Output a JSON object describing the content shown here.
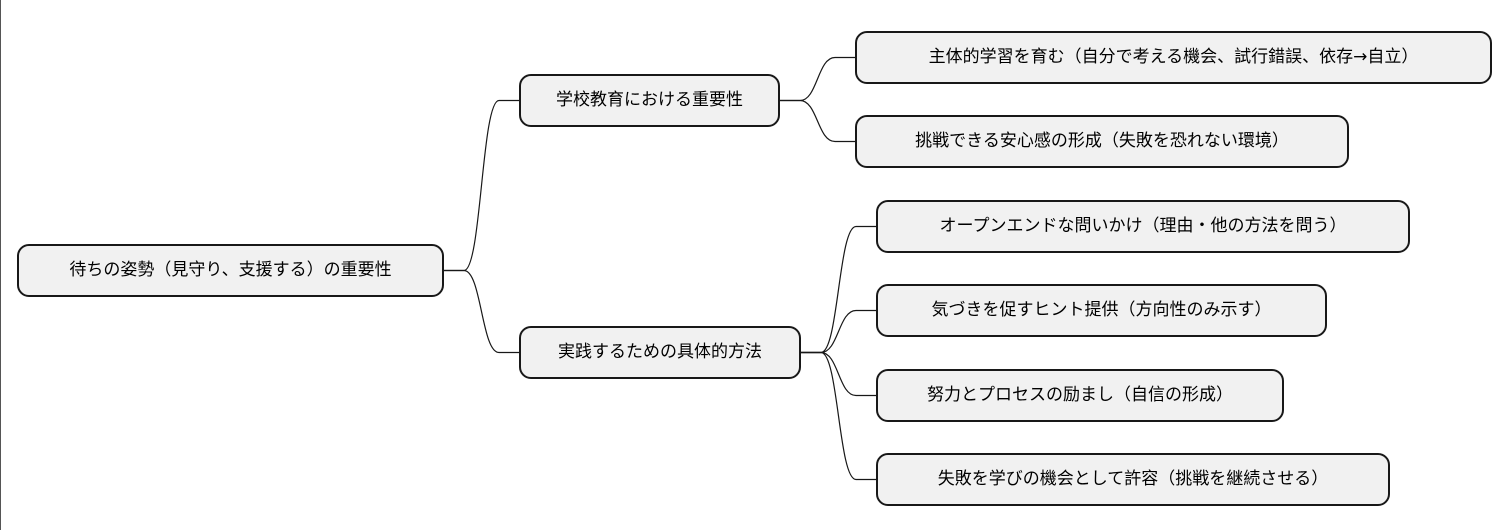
{
  "mindmap": {
    "root": "待ちの姿勢（見守り、支援する）の重要性",
    "branches": [
      {
        "label": "学校教育における重要性",
        "children": [
          "主体的学習を育む（自分で考える機会、試行錯誤、依存→自立）",
          "挑戦できる安心感の形成（失敗を恐れない環境）"
        ]
      },
      {
        "label": "実践するための具体的方法",
        "children": [
          "オープンエンドな問いかけ（理由・他の方法を問う）",
          "気づきを促すヒント提供（方向性のみ示す）",
          "努力とプロセスの励まし（自信の形成）",
          "失敗を学びの機会として許容（挑戦を継続させる）"
        ]
      }
    ]
  },
  "colors": {
    "node_fill": "#f1f1f1",
    "node_border": "#181818",
    "edge": "#181818"
  }
}
